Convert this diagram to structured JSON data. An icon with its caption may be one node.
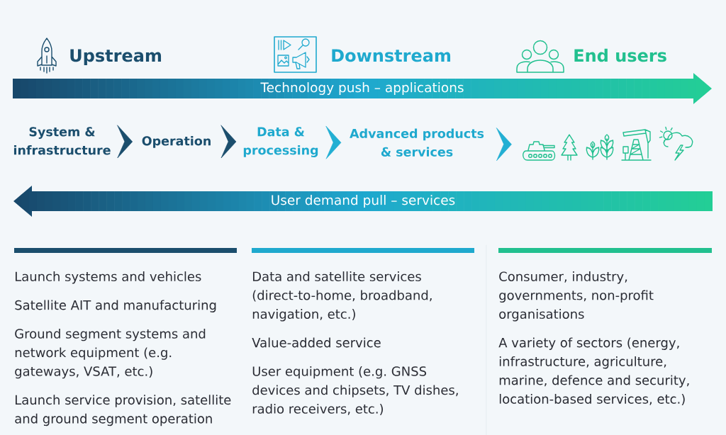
{
  "diagram": {
    "nodes": [
      {
        "text": [
          "Technology push – applications"
        ]
      },
      {
        "text": [
          "System & infrastructure"
        ]
      },
      {
        "text": [
          "Operation"
        ]
      },
      {
        "text": [
          "Data & processing"
        ]
      },
      {
        "text": [
          "Advanced products & services"
        ]
      },
      {
        "text": [],
        "shape": "picture"
      },
      {
        "text": [
          "User demand pull – services"
        ]
      }
    ],
    "edges": [
      {
        "from": 1,
        "to": 2,
        "arrow": "to",
        "color": "#1b4e6d"
      },
      {
        "from": 2,
        "to": 3,
        "arrow": "to",
        "color": "#1b4e6d"
      },
      {
        "from": 3,
        "to": 4,
        "arrow": "to",
        "color": "#22afd3"
      },
      {
        "from": 4,
        "to": 5,
        "arrow": "to",
        "color": "#22afd3"
      }
    ],
    "labels": [
      "Upstream",
      "Downstream",
      "End users",
      "Launch systems and vehicles",
      "Satellite AIT and manufacturing",
      "Ground segment systems and network equipment (e.g. gateways, VSAT, etc.)",
      "Launch service provision, satellite and ground segment operation",
      "Data and satellite services (direct-to-home, broadband, navigation, etc.)",
      "Value-added service",
      "User equipment (e.g. GNSS devices and chipsets, TV dishes, radio receivers, etc.)",
      "Consumer, industry, governments, non-profit organisations",
      "A variety of sectors (energy, infrastructure, agriculture, marine, defence and security, location-based services, etc.)"
    ]
  }
}
